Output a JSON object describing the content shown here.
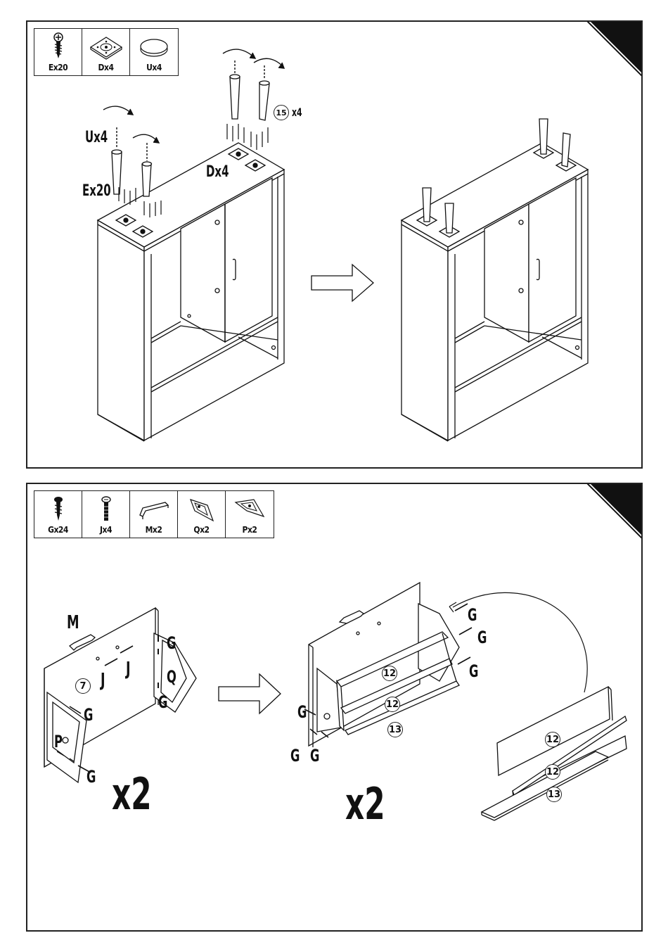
{
  "step1": {
    "parts": [
      {
        "label": "Ex20",
        "icon": "screw-icon"
      },
      {
        "label": "Dx4",
        "icon": "mounting-plate-icon"
      },
      {
        "label": "Ux4",
        "icon": "felt-pad-icon"
      }
    ],
    "callouts": {
      "u_qty": "Ux4",
      "e_qty": "Ex20",
      "d_qty": "Dx4",
      "leg_part": "15",
      "leg_qty": "x4"
    }
  },
  "step2": {
    "parts": [
      {
        "label": "Gx24",
        "icon": "screw-icon"
      },
      {
        "label": "Jx4",
        "icon": "bolt-icon"
      },
      {
        "label": "Mx2",
        "icon": "handle-icon"
      },
      {
        "label": "Qx2",
        "icon": "hinge-bracket-icon"
      },
      {
        "label": "Px2",
        "icon": "hinge-bracket-icon"
      }
    ],
    "callouts": {
      "m": "M",
      "part_7": "7",
      "j1": "J",
      "j2": "J",
      "g1": "G",
      "q": "Q",
      "g2": "G",
      "g3": "G",
      "p": "P",
      "g4": "G",
      "multiplier_left": "x2",
      "g5": "G",
      "g6": "G",
      "g7": "G",
      "part_12a": "12",
      "part_12b": "12",
      "part_13a": "13",
      "g8": "G",
      "g9": "G",
      "g10": "G",
      "multiplier_right": "x2",
      "part_12c": "12",
      "part_12d": "12",
      "part_13b": "13"
    }
  }
}
